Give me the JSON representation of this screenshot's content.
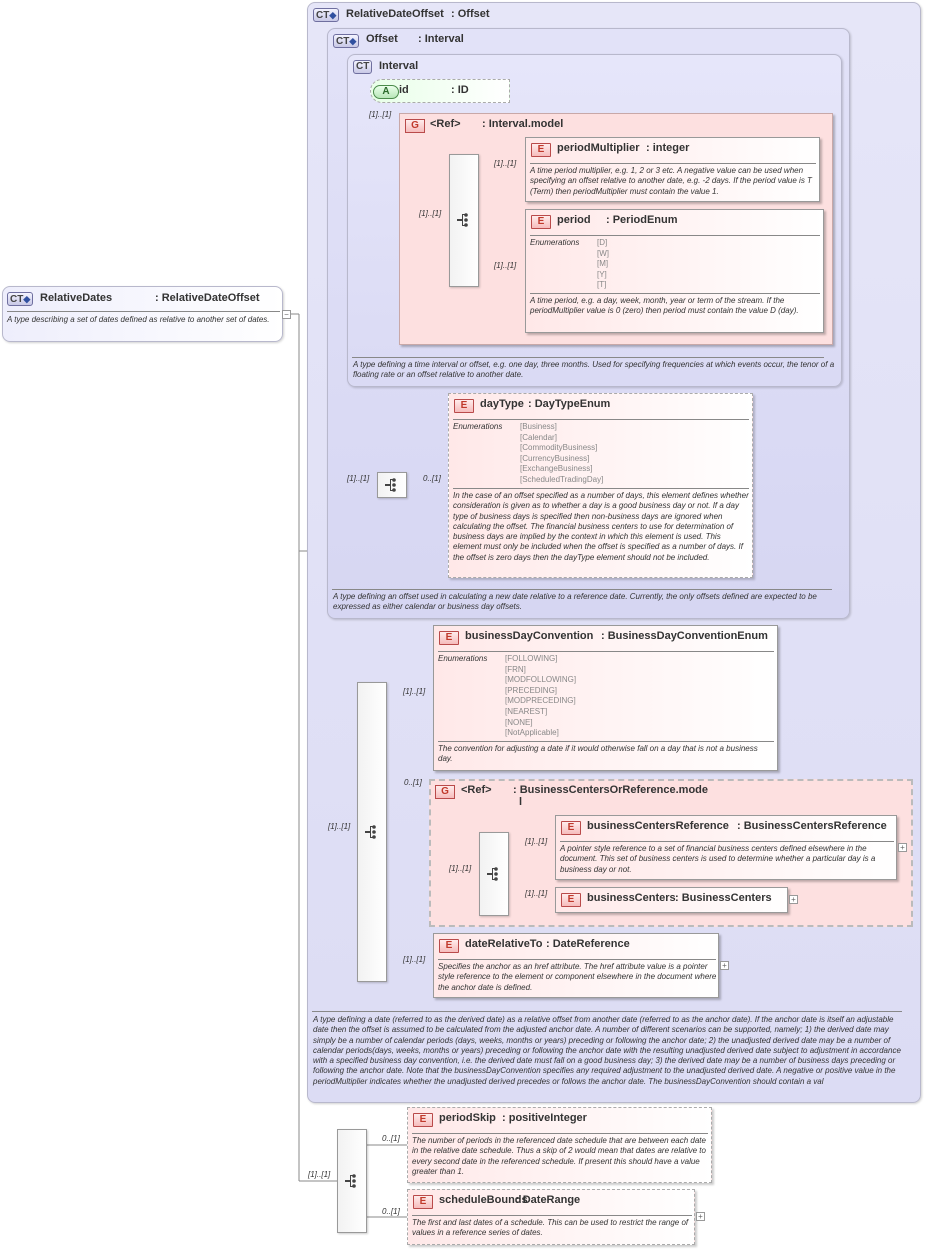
{
  "root": {
    "badge": "CT",
    "name": "RelativeDates",
    "type": ": RelativeDateOffset",
    "doc": "A type describing a set of dates defined as relative to another set of dates."
  },
  "relative_date_offset": {
    "badge": "CT",
    "name": "RelativeDateOffset",
    "type": ": Offset",
    "doc": "A type defining a date (referred to as the derived date) as a relative offset from another date (referred to as the anchor date). If the anchor date is itself an adjustable date then the offset is assumed to be calculated from the adjusted anchor date. A number of different scenarios can be supported, namely; 1) the derived date may simply be a number of calendar periods (days, weeks, months or years) preceding or following the anchor date; 2) the unadjusted derived date may be a number of calendar periods(days, weeks, months or years) preceding or following the anchor date with the resulting unadjusted derived date subject to adjustment in accordance with a specified business day convention, i.e. the derived date must fall on a good business day; 3) the derived date may be a number of business days preceding or following the anchor date. Note that the businessDayConvention specifies any required adjustment to the unadjusted derived date. A negative or positive value in the periodMultiplier indicates whether the unadjusted derived precedes or follows the anchor date. The businessDayConvention should contain a val"
  },
  "offset": {
    "badge": "CT",
    "name": "Offset",
    "type": ": Interval",
    "doc": "A type defining an offset used in calculating a new date relative to a reference date. Currently, the only offsets defined are expected to be expressed as either calendar or business day offsets."
  },
  "interval": {
    "badge": "CT",
    "name": "Interval",
    "doc": "A type defining a time interval or offset, e.g. one day, three months. Used for specifying frequencies at which events occur, the tenor of a floating rate or an offset relative to another date."
  },
  "attr_id": {
    "badge": "A",
    "name": "id",
    "type": ": ID",
    "card": "[1]..[1]"
  },
  "interval_model": {
    "badge": "G",
    "name": "<Ref>",
    "type": ": Interval.model",
    "seq_card": "[1]..[1]"
  },
  "period_multiplier": {
    "badge": "E",
    "name": "periodMultiplier",
    "type": ": integer",
    "card": "[1]..[1]",
    "doc": "A time period multiplier, e.g. 1, 2 or 3 etc. A negative value can be used when specifying an offset relative to another date, e.g. -2 days. If the period value is T (Term) then periodMultiplier must contain the value 1."
  },
  "period": {
    "badge": "E",
    "name": "period",
    "type": ": PeriodEnum",
    "card": "[1]..[1]",
    "enum_label": "Enumerations",
    "enums": [
      "[D]",
      "[W]",
      "[M]",
      "[Y]",
      "[T]"
    ],
    "doc": "A time period, e.g. a day, week, month, year or term of the stream. If the periodMultiplier value is 0 (zero) then period must contain the value D (day)."
  },
  "day_type": {
    "badge": "E",
    "name": "dayType",
    "type": ": DayTypeEnum",
    "seq_card": "[1]..[1]",
    "card": "0..[1]",
    "enum_label": "Enumerations",
    "enums": [
      "[Business]",
      "[Calendar]",
      "[CommodityBusiness]",
      "[CurrencyBusiness]",
      "[ExchangeBusiness]",
      "[ScheduledTradingDay]"
    ],
    "doc": "In the case of an offset specified as a number of days, this element defines whether consideration is given as to whether a day is a good business day or not. If a day type of business days is specified then non-business days are ignored when calculating the offset. The financial business centers to use for determination of business days are implied by the context in which this element is used. This element must only be included when the offset is specified as a number of days. If the offset is zero days then the dayType element should not be included."
  },
  "main_seq_card": "[1]..[1]",
  "business_day_convention": {
    "badge": "E",
    "name": "businessDayConvention",
    "type": ": BusinessDayConventionEnum",
    "card": "[1]..[1]",
    "enum_label": "Enumerations",
    "enums": [
      "[FOLLOWING]",
      "[FRN]",
      "[MODFOLLOWING]",
      "[PRECEDING]",
      "[MODPRECEDING]",
      "[NEAREST]",
      "[NONE]",
      "[NotApplicable]"
    ],
    "doc": "The convention for adjusting a date if it would otherwise fall on a day that is not a business day."
  },
  "business_centers_group": {
    "badge": "G",
    "name": "<Ref>",
    "type": ": BusinessCentersOrReference.mode",
    "type2": "l",
    "card": "0..[1]",
    "seq_card": "[1]..[1]"
  },
  "business_centers_reference": {
    "badge": "E",
    "name": "businessCentersReference",
    "type": ": BusinessCentersReference",
    "card": "[1]..[1]",
    "doc": "A pointer style reference to a set of financial business centers defined elsewhere in the document. This set of business centers is used to determine whether a particular day is a business day or not."
  },
  "business_centers": {
    "badge": "E",
    "name": "businessCenters",
    "type": ": BusinessCenters",
    "card": "[1]..[1]"
  },
  "date_relative_to": {
    "badge": "E",
    "name": "dateRelativeTo",
    "type": ": DateReference",
    "card": "[1]..[1]",
    "doc": "Specifies the anchor as an href attribute. The href attribute value is a pointer style reference to the element or component elsewhere in the document where the anchor date is defined."
  },
  "root_seq_card": "[1]..[1]",
  "period_skip": {
    "badge": "E",
    "name": "periodSkip",
    "type": ": positiveInteger",
    "card": "0..[1]",
    "doc": "The number of periods in the referenced date schedule that are between each date in the relative date schedule. Thus a skip of 2 would mean that dates are relative to every second date in the referenced schedule. If present this should have a value greater than 1."
  },
  "schedule_bounds": {
    "badge": "E",
    "name": "scheduleBounds",
    "type": ": DateRange",
    "card": "0..[1]",
    "doc": "The first and last dates of a schedule. This can be used to restrict the range of values in a reference series of dates."
  },
  "colors": {
    "ct": "#dcdcf4",
    "element": "#ffe8e8",
    "group": "#fde0e0",
    "attribute": "#eaffea"
  }
}
